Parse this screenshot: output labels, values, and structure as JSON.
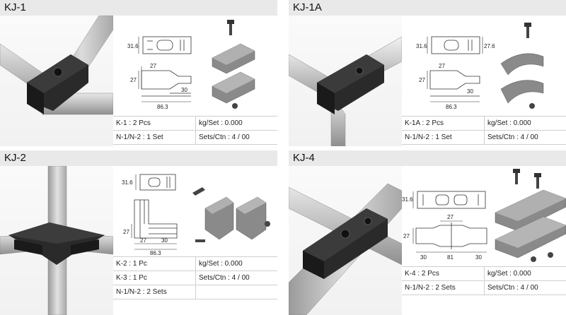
{
  "panels": [
    {
      "title": "KJ-1",
      "dims": {
        "height": "31.6",
        "width_a": "27",
        "width_b": "27",
        "inner": "30",
        "length": "86.3"
      },
      "specs": [
        [
          "K-1 : 2 Pcs",
          "kg/Set : 0.000"
        ],
        [
          "N-1/N-2 : 1 Set",
          "Sets/Ctn : 4 / 00"
        ]
      ]
    },
    {
      "title": "KJ-1A",
      "dims": {
        "height": "31.6",
        "side": "27.6",
        "width_a": "27",
        "width_b": "27",
        "inner": "30",
        "length": "86.3"
      },
      "specs": [
        [
          "K-1A : 2 Pcs",
          "kg/Set : 0.000"
        ],
        [
          "N-1/N-2 : 1 Set",
          "Sets/Ctn : 4 / 00"
        ]
      ]
    },
    {
      "title": "KJ-2",
      "dims": {
        "height": "31.6",
        "side": "27",
        "width_a": "27",
        "inner": "30",
        "length": "86.3"
      },
      "specs": [
        [
          "K-2 : 1 Pc",
          "kg/Set : 0.000"
        ],
        [
          "K-3 : 1 Pc",
          "Sets/Ctn : 4 / 00"
        ],
        [
          "N-1/N-2 : 2 Sets",
          ""
        ]
      ]
    },
    {
      "title": "KJ-4",
      "dims": {
        "height": "31.6",
        "top": "27",
        "side": "27",
        "left": "30",
        "mid": "81",
        "right": "30"
      },
      "specs": [
        [
          "K-4 : 2 Pcs",
          "kg/Set : 0.000"
        ],
        [
          "N-1/N-2 : 2 Sets",
          "Sets/Ctn : 4 / 00"
        ]
      ]
    }
  ]
}
